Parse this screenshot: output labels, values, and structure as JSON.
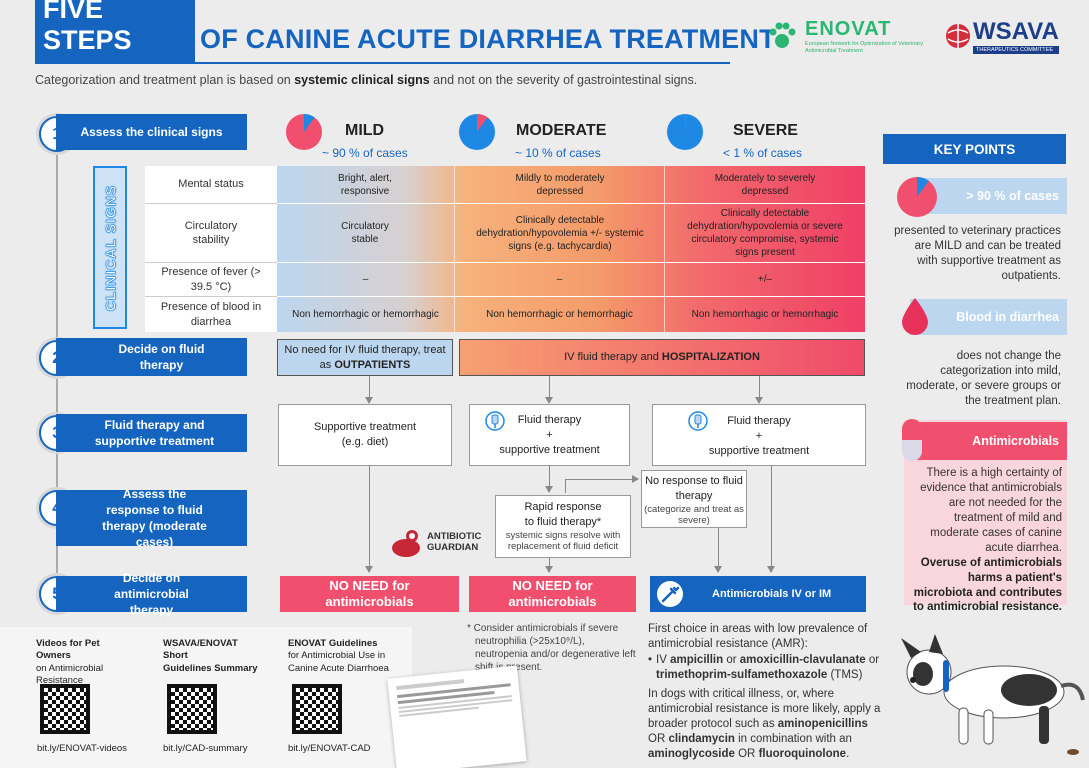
{
  "header": {
    "title_highlight": "FIVE STEPS",
    "title_rest": "OF CANINE ACUTE DIARRHEA TREATMENT",
    "subtitle_pre": "Categorization and treatment plan is based on ",
    "subtitle_bold": "systemic clinical signs",
    "subtitle_post": " and not on the severity of gastrointestinal signs.",
    "logo_enovat": "ENOVAT",
    "logo_enovat_sub": "European Network for Optimization of Veterinary Antimicrobial Treatment",
    "logo_wsava": "WSAVA",
    "logo_wsava_sub": "THERAPEUTICS COMMITTEE"
  },
  "steps": [
    {
      "num": "1",
      "label": "Assess the clinical signs"
    },
    {
      "num": "2",
      "label": "Decide on fluid therapy"
    },
    {
      "num": "3",
      "label": "Fluid therapy and supportive treatment"
    },
    {
      "num": "4",
      "label": "Assess the response to fluid therapy (moderate cases)"
    },
    {
      "num": "5",
      "label": "Decide on antimicrobial therapy"
    }
  ],
  "severity": [
    {
      "name": "MILD",
      "pct": "~ 90 % of cases",
      "pie_fraction": 0.9
    },
    {
      "name": "MODERATE",
      "pct": "~ 10 % of cases",
      "pie_fraction": 0.1
    },
    {
      "name": "SEVERE",
      "pct": "< 1 % of cases",
      "pie_fraction": 0.01
    }
  ],
  "clinical_signs": {
    "side_label": "CLINICAL SIGNS",
    "rows": [
      {
        "label": "Mental status",
        "mild": "Bright, alert, responsive",
        "moderate": "Mildly to moderately depressed",
        "severe": "Moderately to severely depressed"
      },
      {
        "label": "Circulatory stability",
        "mild": "Circulatory stable",
        "moderate": "Clinically detectable dehydration/hypovolemia +/- systemic signs (e.g. tachycardia)",
        "severe": "Clinically detectable dehydration/hypovolemia or severe circulatory compromise, systemic signs present"
      },
      {
        "label": "Presence of fever (> 39.5 °C)",
        "mild": "–",
        "moderate": "–",
        "severe": "+/–"
      },
      {
        "label": "Presence of blood in diarrhea",
        "mild": "Non hemorrhagic or hemorrhagic",
        "moderate": "Non hemorrhagic or hemorrhagic",
        "severe": "Non hemorrhagic or hemorrhagic"
      }
    ]
  },
  "step2": {
    "mild_pre": "No need for IV fluid therapy, treat as ",
    "mild_bold": "OUTPATIENTS",
    "mod_pre": "IV fluid therapy and ",
    "mod_bold": "HOSPITALIZATION"
  },
  "step3": {
    "mild": "Supportive treatment (e.g. diet)",
    "moderate_l1": "Fluid therapy",
    "moderate_l2": "+",
    "moderate_l3": "supportive treatment",
    "severe_l1": "Fluid therapy",
    "severe_l2": "+",
    "severe_l3": "supportive treatment"
  },
  "step4": {
    "no_response_title": "No response to fluid therapy",
    "no_response_sub": "(categorize and treat as severe)",
    "rapid_title": "Rapid response to fluid therapy*",
    "rapid_sub": "systemic signs resolve with replacement of fluid deficit",
    "guardian_l1": "ANTIBIOTIC",
    "guardian_l2": "GUARDIAN"
  },
  "step5": {
    "mild": "NO NEED for antimicrobials",
    "moderate": "NO NEED for antimicrobials",
    "severe": "Antimicrobials IV or IM"
  },
  "footnote": "* Consider antimicrobials if severe neutrophilia (>25x10⁹/L), neutropenia and/or degenerative left shift is present.",
  "antimicrobials": {
    "intro": "First choice in areas with low prevalence of antimicrobial resistance (AMR):",
    "bullet_pre": "IV ",
    "drug1": "ampicillin",
    "or1": " or ",
    "drug2": "amoxicillin-clavulanate",
    "or2": " or ",
    "drug3": "trimethoprim-sulfamethoxazole",
    "tms": " (TMS)",
    "critical_pre": "In dogs with critical illness, or, where antimicrobial resistance is more likely, apply a broader protocol such as ",
    "drug4": "aminopenicillins",
    "or3": " OR ",
    "drug5": "clindamycin",
    "mid": " in combination with an ",
    "drug6": "aminoglycoside",
    "or4": " OR ",
    "drug7": "fluoroquinolone",
    "end": "."
  },
  "key_points": {
    "heading": "KEY POINTS",
    "kp1_bar": "> 90 % of cases",
    "kp1_text": "presented to veterinary practices are MILD and can be treated with supportive treatment as outpatients.",
    "kp2_bar": "Blood in diarrhea",
    "kp2_text": "does not change the categorization into mild, moderate, or severe groups or the treatment plan.",
    "kp3_bar": "Antimicrobials",
    "kp3_text": "There is a high certainty of evidence that antimicrobials are not needed for the treatment of mild and moderate cases of canine acute diarrhea.",
    "kp3_bold": "Overuse of antimicrobials harms  a patient's microbiota and contributes to antimicrobial resistance."
  },
  "qr": [
    {
      "title_bold": "Videos for Pet Owners",
      "title_rest": "on Antimicrobial Resistance",
      "link": "bit.ly/ENOVAT-videos"
    },
    {
      "title_bold": "WSAVA/ENOVAT Short",
      "title_rest": "Guidelines Summary",
      "link": "bit.ly/CAD-summary"
    },
    {
      "title_bold": "ENOVAT Guidelines",
      "title_rest": "for Antimicrobial Use in Canine Acute Diarrhoea",
      "link": "bit.ly/ENOVAT-CAD"
    }
  ],
  "colors": {
    "primary": "#1565c0",
    "pink": "#f0506e",
    "light_blue": "#bcd6ef"
  }
}
